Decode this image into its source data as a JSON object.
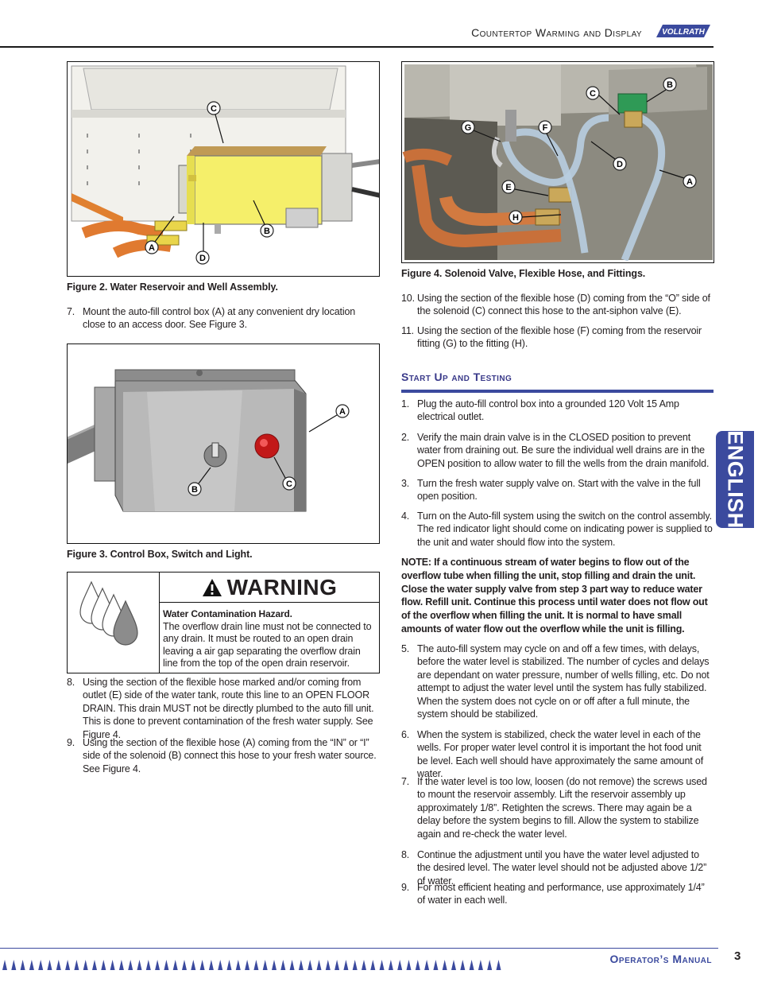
{
  "header": {
    "title": "Countertop Warming and Display",
    "logo_text": "VOLLRATH"
  },
  "figure2": {
    "caption": "Figure 2. Water Reservoir and Well Assembly.",
    "labels": {
      "a": "A",
      "b": "B",
      "c": "C",
      "d": "D"
    }
  },
  "figure3": {
    "caption": "Figure 3. Control Box, Switch and Light.",
    "labels": {
      "a": "A",
      "b": "B",
      "c": "C"
    }
  },
  "figure4": {
    "caption": "Figure 4. Solenoid Valve, Flexible Hose, and Fittings.",
    "labels": {
      "a": "A",
      "b": "B",
      "c": "C",
      "d": "D",
      "e": "E",
      "f": "F",
      "g": "G",
      "h": "H"
    }
  },
  "left_steps": [
    {
      "num": "7.",
      "text": "Mount the auto-fill control box (A) at any convenient dry location close to an access door. See Figure 3."
    },
    {
      "num": "8.",
      "text": "Using the section of the flexible hose marked and/or coming from outlet (E) side of the water tank, route this line to an OPEN FLOOR DRAIN. This drain MUST not be directly plumbed to the auto fill unit. This is done to prevent contamination of the fresh water supply. See Figure 4."
    },
    {
      "num": "9.",
      "text": "Using the section of the flexible hose (A) coming from the “IN” or “I” side of the solenoid (B) connect this hose to your fresh water source. See Figure 4."
    }
  ],
  "warning": {
    "title": "WARNING",
    "hazard": "Water Contamination Hazard.",
    "text": "The overflow drain line must not be connected to any drain. It must be routed to an open drain leaving a air gap separating the overflow drain line from the top of the open drain reservoir."
  },
  "right_steps_top": [
    {
      "num": "10.",
      "text": "Using the section of the flexible hose (D) coming from the “O” side of the solenoid (C) connect this hose to the ant-siphon valve (E)."
    },
    {
      "num": "11.",
      "text": "Using the section of the flexible hose (F) coming from the reservoir fitting (G) to the fitting (H)."
    }
  ],
  "section": {
    "title": "Start Up and Testing"
  },
  "startup_steps": [
    {
      "num": "1.",
      "text": "Plug the auto-fill control box into a grounded 120 Volt 15 Amp electrical outlet."
    },
    {
      "num": "2.",
      "text": "Verify the main drain valve is in the CLOSED position to prevent water from draining out. Be sure the individual well drains are in the OPEN position to allow water to fill the wells from the drain manifold."
    },
    {
      "num": "3.",
      "text": "Turn the fresh water supply valve on. Start with the valve in the full open position."
    },
    {
      "num": "4.",
      "text": "Turn on the Auto-fill system using the switch on the control assembly. The red indicator light should come on indicating power is supplied to the unit and water should flow into the system."
    }
  ],
  "note": "NOTE: If a continuous stream of water begins to flow out of the overflow tube when filling the unit, stop filling and drain the unit. Close the water supply valve from step 3 part way to reduce water flow. Refill unit. Continue this process until water does not flow out of the overflow when filling the unit. It is normal to have small amounts of water flow out the overflow while the unit is filling.",
  "startup_steps_2": [
    {
      "num": "5.",
      "text": "The auto-fill system may cycle on and off a few times, with delays, before the water level is stabilized. The number of cycles and delays are dependant on water pressure, number of wells filling, etc. Do not attempt to adjust the water level until the system has fully stabilized. When the system does not cycle on or off after a full minute, the system should be stabilized."
    },
    {
      "num": "6.",
      "text": "When the system is stabilized, check the water level in each of the wells. For proper water level control it is important the hot food unit be level. Each well should have approximately the same amount of water."
    },
    {
      "num": "7.",
      "text": "If the water level is too low, loosen (do not remove) the screws used to mount the reservoir assembly. Lift the reservoir assembly up approximately 1/8”. Retighten the screws. There may again be a delay before the system begins to fill. Allow the system to stabilize again and re-check the water level."
    },
    {
      "num": "8.",
      "text": "Continue the adjustment until you have the water level adjusted to the desired level. The water level should not be adjusted above 1/2” of water."
    },
    {
      "num": "9.",
      "text": "For most efficient heating and performance, use approximately 1/4” of water in each well."
    }
  ],
  "side_tab": "ENGLISH",
  "footer": {
    "title": "Operator’s Manual",
    "page": "3"
  },
  "colors": {
    "accent": "#3b4a9e",
    "reservoir": "#f5ef6a",
    "copper": "#c8703a"
  }
}
